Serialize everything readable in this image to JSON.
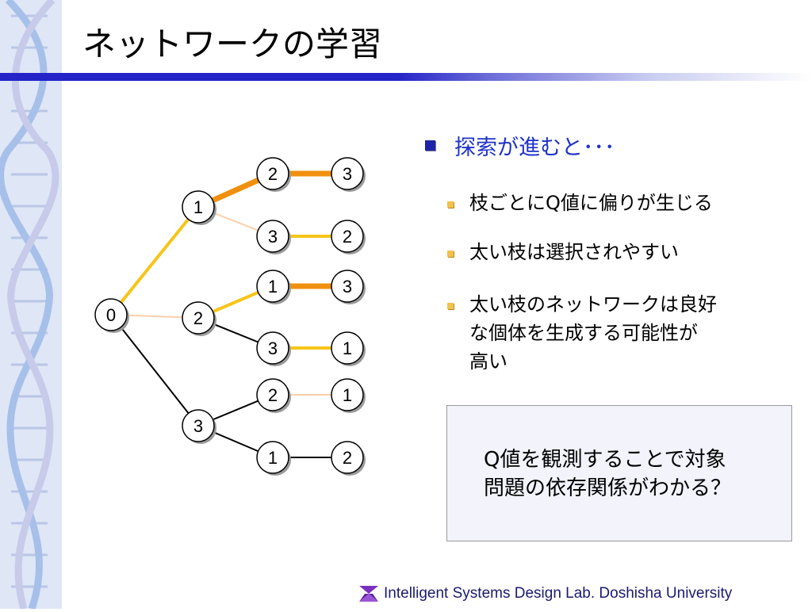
{
  "slide": {
    "title": "ネットワークの学習"
  },
  "content": {
    "heading": "探索が進むと･･･",
    "bullets": [
      {
        "lines": [
          "枝ごとにQ値に偏りが生じる"
        ]
      },
      {
        "lines": [
          "太い枝は選択されやすい"
        ]
      },
      {
        "lines": [
          "太い枝のネットワークは良好",
          "な個体を生成する可能性が",
          "高い"
        ]
      }
    ],
    "note": [
      "Q値を観測することで対象",
      "問題の依存関係がわかる？"
    ]
  },
  "footer": {
    "text": "Intelligent Systems Design Lab. Doshisha University"
  },
  "tree": {
    "nodes": [
      {
        "id": "root",
        "label": "0"
      },
      {
        "id": "a",
        "label": "1"
      },
      {
        "id": "b",
        "label": "2"
      },
      {
        "id": "c",
        "label": "3"
      },
      {
        "id": "a1",
        "label": "2"
      },
      {
        "id": "a2",
        "label": "3"
      },
      {
        "id": "b1",
        "label": "1"
      },
      {
        "id": "b2",
        "label": "3"
      },
      {
        "id": "c1",
        "label": "2"
      },
      {
        "id": "c2",
        "label": "1"
      },
      {
        "id": "a1x",
        "label": "3"
      },
      {
        "id": "a2x",
        "label": "2"
      },
      {
        "id": "b1x",
        "label": "3"
      },
      {
        "id": "b2x",
        "label": "1"
      },
      {
        "id": "c1x",
        "label": "1"
      },
      {
        "id": "c2x",
        "label": "2"
      }
    ],
    "edges": [
      {
        "from": "root",
        "to": "a",
        "color": "#f5c518",
        "weight": "medium"
      },
      {
        "from": "root",
        "to": "b",
        "color": "#f9cfaa",
        "weight": "thin"
      },
      {
        "from": "root",
        "to": "c",
        "color": "#000000",
        "weight": "thin"
      },
      {
        "from": "a",
        "to": "a1",
        "color": "#f0900e",
        "weight": "thick"
      },
      {
        "from": "a",
        "to": "a2",
        "color": "#f9cfaa",
        "weight": "thin"
      },
      {
        "from": "b",
        "to": "b1",
        "color": "#f5c518",
        "weight": "medium"
      },
      {
        "from": "b",
        "to": "b2",
        "color": "#000000",
        "weight": "thin"
      },
      {
        "from": "c",
        "to": "c1",
        "color": "#000000",
        "weight": "thin"
      },
      {
        "from": "c",
        "to": "c2",
        "color": "#000000",
        "weight": "thin"
      },
      {
        "from": "a1",
        "to": "a1x",
        "color": "#f0900e",
        "weight": "thick"
      },
      {
        "from": "a2",
        "to": "a2x",
        "color": "#f5c518",
        "weight": "medium"
      },
      {
        "from": "b1",
        "to": "b1x",
        "color": "#f0900e",
        "weight": "thick"
      },
      {
        "from": "b2",
        "to": "b2x",
        "color": "#f5c518",
        "weight": "medium"
      },
      {
        "from": "c1",
        "to": "c1x",
        "color": "#f9cfaa",
        "weight": "thin"
      },
      {
        "from": "c2",
        "to": "c2x",
        "color": "#000000",
        "weight": "thin"
      }
    ]
  },
  "colors": {
    "title_rule": "#2424c8",
    "heading": "#1f32c8",
    "sidebar": "#dfe6f6",
    "note_bg": "#f2f3fb"
  }
}
